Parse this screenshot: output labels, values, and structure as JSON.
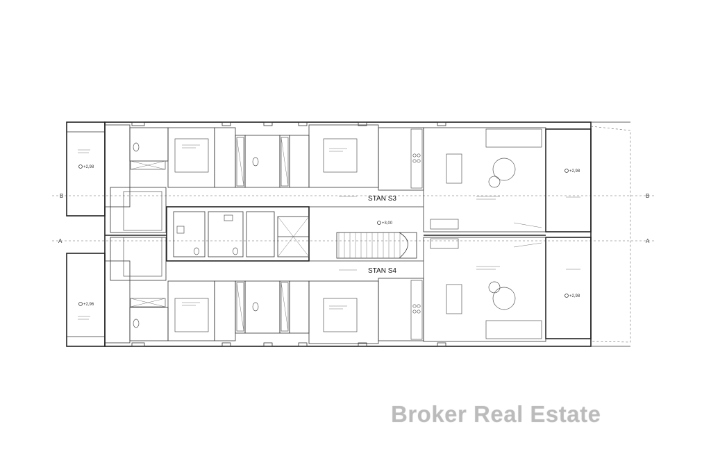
{
  "apartments": [
    {
      "id": "s3",
      "label": "STAN S3"
    },
    {
      "id": "s4",
      "label": "STAN S4"
    }
  ],
  "section_markers": [
    "A",
    "B"
  ],
  "levels": {
    "stair": "+3,00",
    "terrace": "+2,98",
    "terrace_alt": "+2,96"
  },
  "watermark": "Broker Real Estate"
}
